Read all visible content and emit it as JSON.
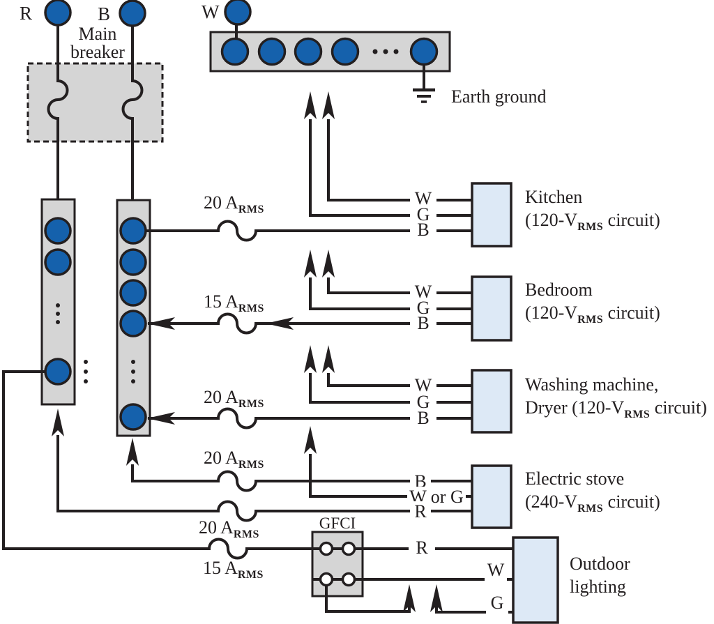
{
  "colors": {
    "line": "#231f20",
    "terminal_blue": "#1561ac",
    "panel_grey": "#d5d5d5",
    "load_blue": "#dde9f6",
    "white": "#ffffff"
  },
  "terminals": {
    "r": "R",
    "b": "B",
    "w": "W"
  },
  "main_breaker": {
    "line1": "Main",
    "line2": "breaker"
  },
  "earth_ground": "Earth ground",
  "gfci": "GFCI",
  "ratings": [
    {
      "pre": "20 A",
      "sub": "RMS"
    },
    {
      "pre": "15 A",
      "sub": "RMS"
    },
    {
      "pre": "20 A",
      "sub": "RMS"
    },
    {
      "pre": "20 A",
      "sub": "RMS"
    },
    {
      "pre": "20 A",
      "sub": "RMS"
    },
    {
      "pre": "15 A",
      "sub": "RMS"
    }
  ],
  "wire_labels": {
    "kitchen": [
      "W",
      "G",
      "B"
    ],
    "bedroom": [
      "W",
      "G",
      "B"
    ],
    "washer": [
      "W",
      "G",
      "B"
    ],
    "stove": [
      "B",
      "W or G",
      "R"
    ],
    "outdoor": [
      "R",
      "W",
      "G"
    ]
  },
  "loads": [
    {
      "name1": "Kitchen",
      "name2pre": "(120-V",
      "name2sub": "RMS",
      "name2post": " circuit)"
    },
    {
      "name1": "Bedroom",
      "name2pre": "(120-V",
      "name2sub": "RMS",
      "name2post": " circuit)"
    },
    {
      "name1": "Washing machine,",
      "name2pre": "Dryer (120-V",
      "name2sub": "RMS",
      "name2post": " circuit)"
    },
    {
      "name1": "Electric stove",
      "name2pre": "(240-V",
      "name2sub": "RMS",
      "name2post": " circuit)"
    },
    {
      "name1": "Outdoor",
      "name2pre": "lighting",
      "name2sub": "",
      "name2post": ""
    }
  ]
}
